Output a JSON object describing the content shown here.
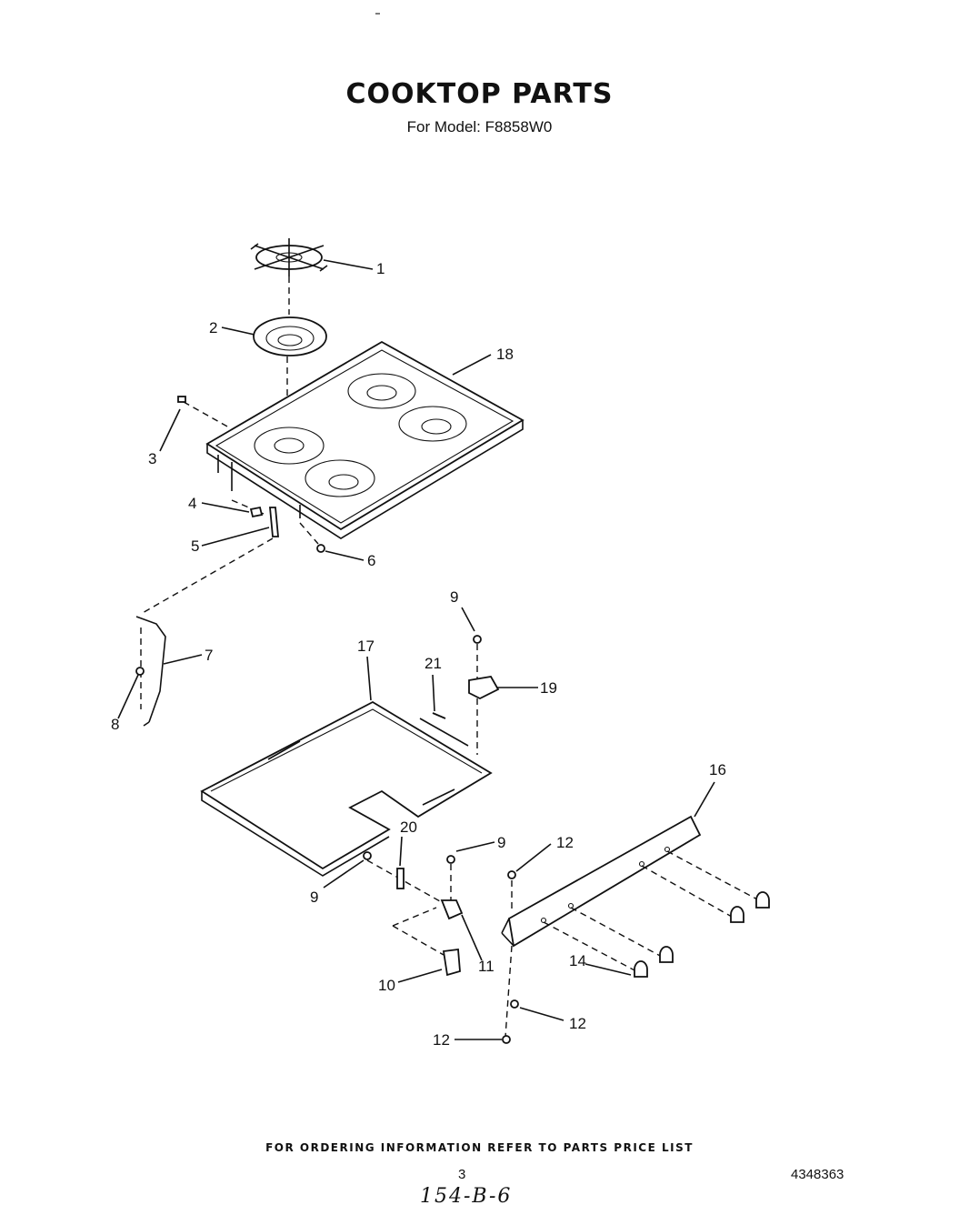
{
  "title": "COOKTOP PARTS",
  "subtitle": "For Model: F8858W0",
  "callouts": [
    "1",
    "2",
    "3",
    "4",
    "5",
    "6",
    "7",
    "8",
    "9",
    "10",
    "11",
    "12",
    "14",
    "16",
    "17",
    "18",
    "19",
    "20",
    "21"
  ],
  "footer_note": "FOR ORDERING INFORMATION REFER TO PARTS PRICE LIST",
  "page_number": "3",
  "document_number": "4348363",
  "handwritten_note": "154-B-6"
}
